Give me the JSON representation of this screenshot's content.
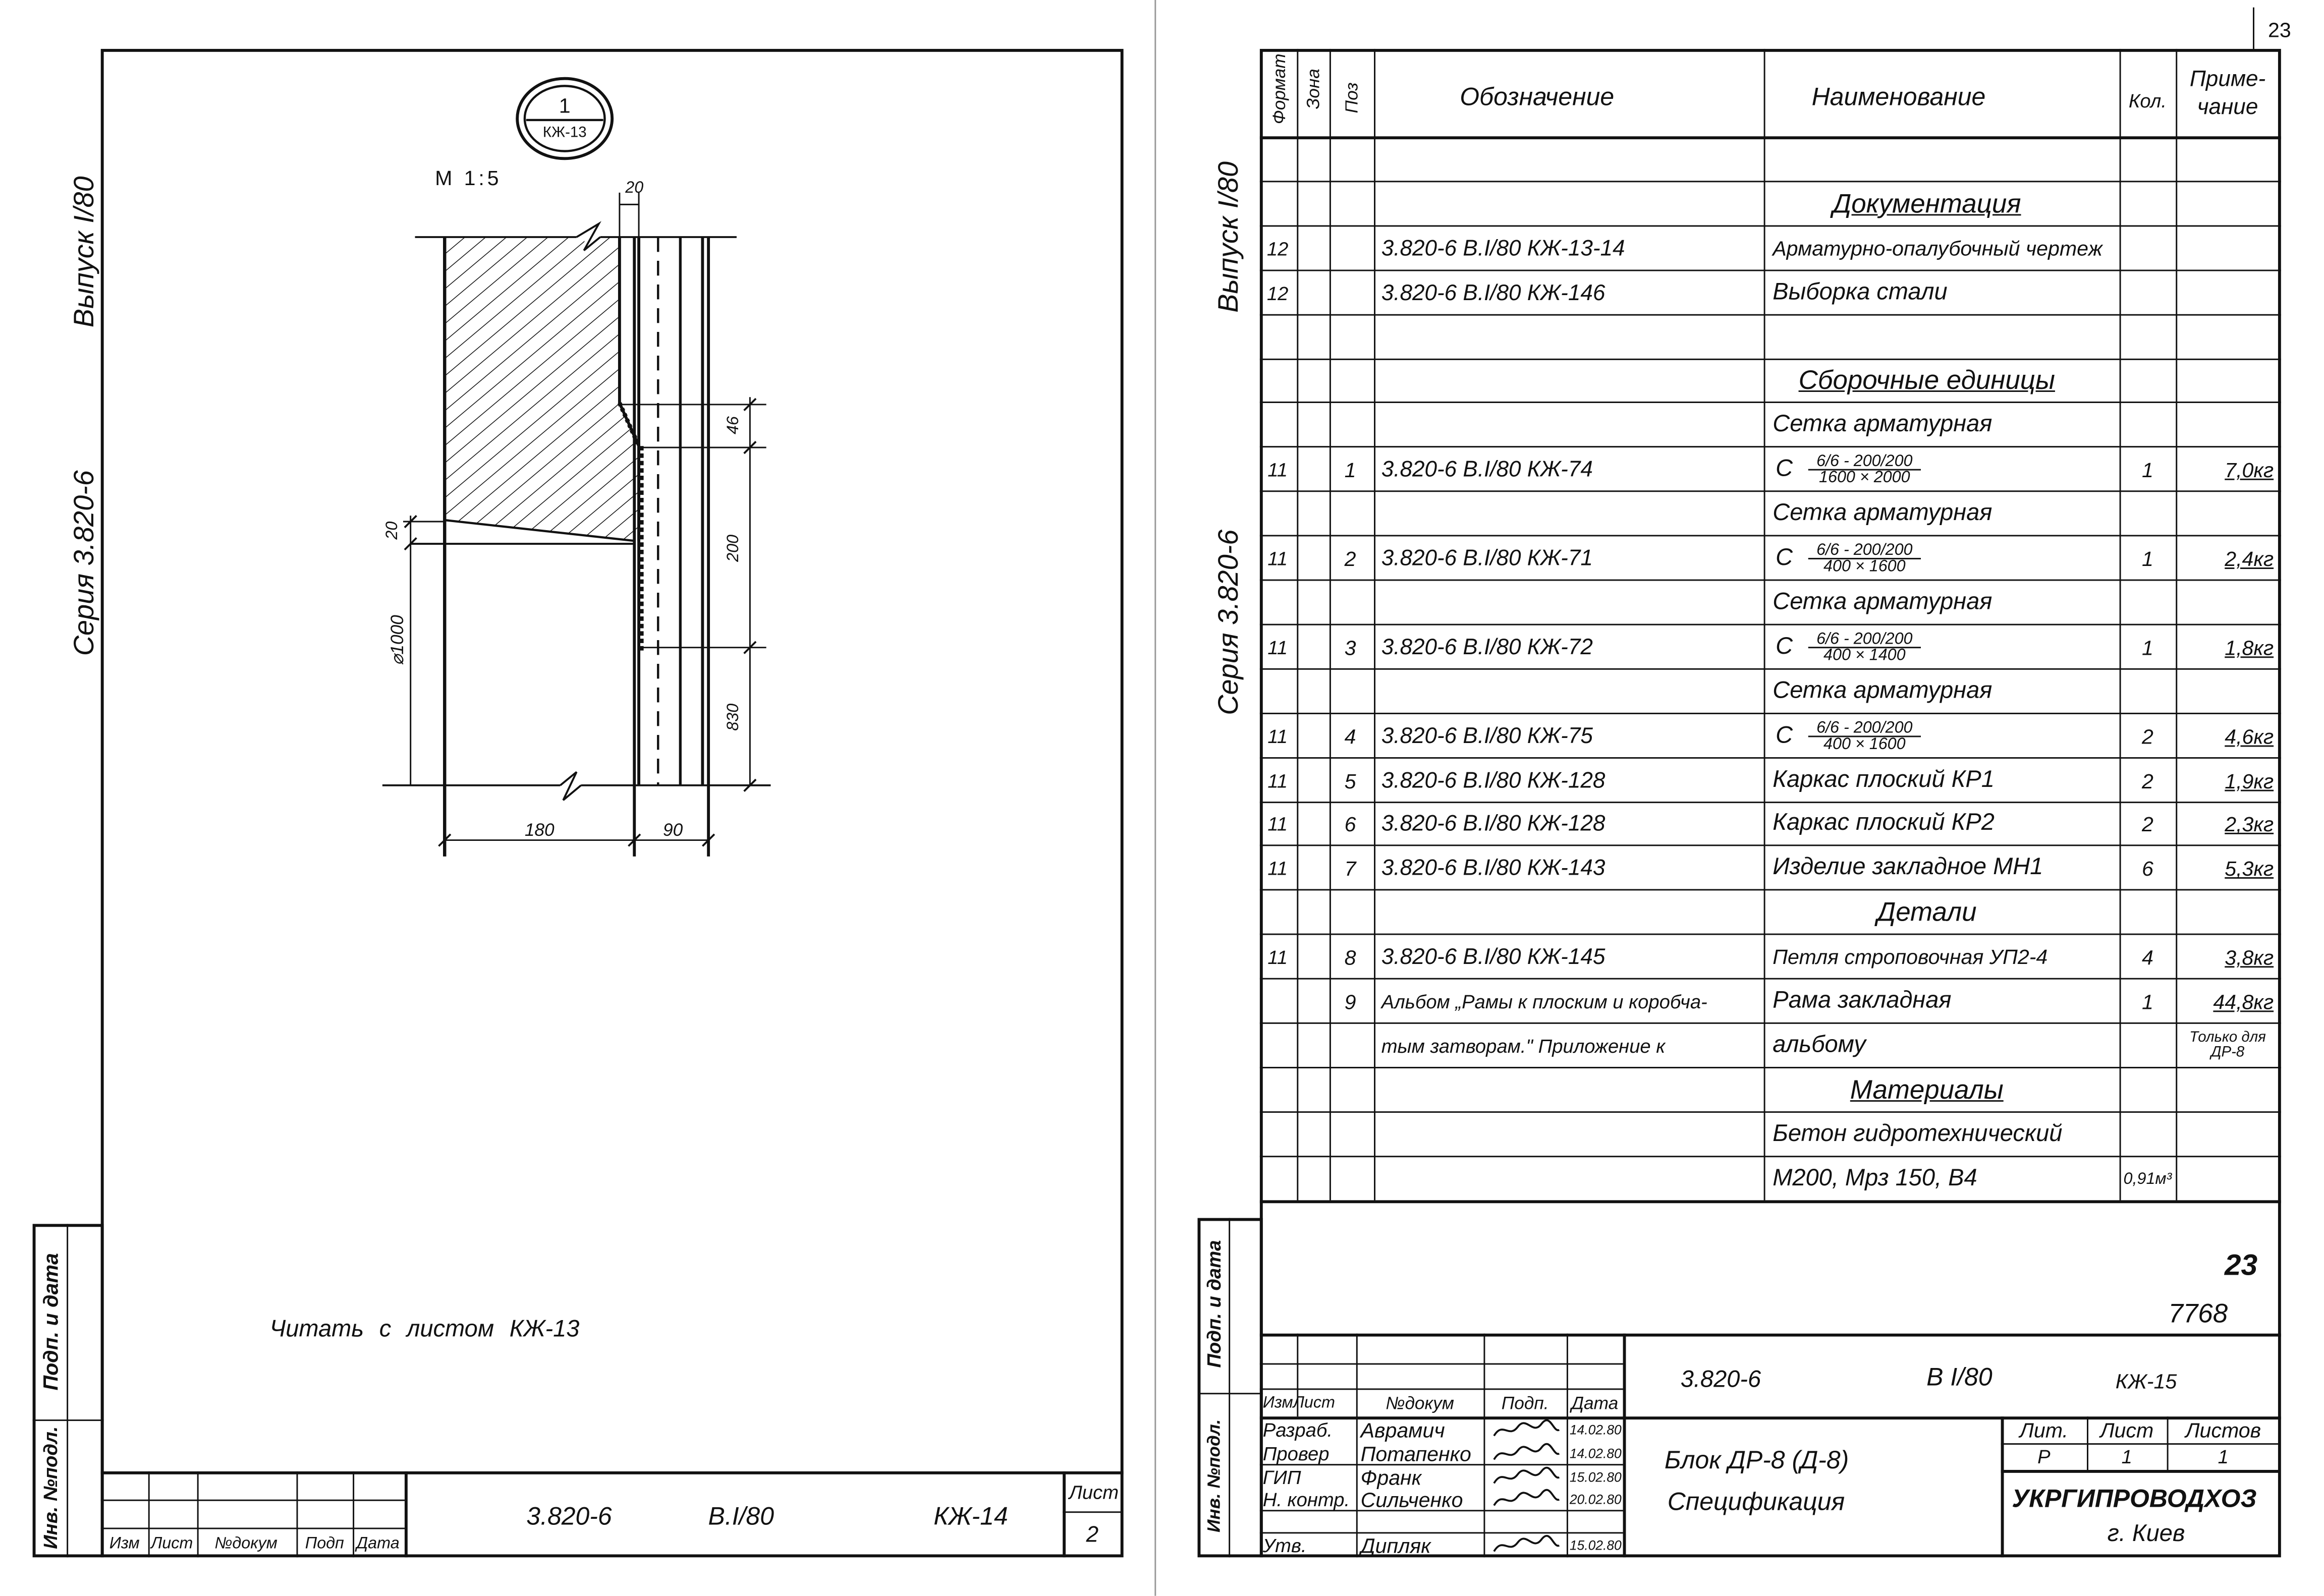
{
  "left_sheet": {
    "side_labels": {
      "issue": "Выпуск I/80",
      "series": "Серия 3.820-6",
      "sign_date": "Подп. и дата",
      "inv_no": "Инв. №подл."
    },
    "section_marker": {
      "number": "1",
      "sheet": "КЖ-13"
    },
    "scale": "М 1:5",
    "dimensions": {
      "top_gap": "20",
      "left_gap": "20",
      "diameter": "⌀1000",
      "d46": "46",
      "d200": "200",
      "d830": "830",
      "d180": "180",
      "d90": "90"
    },
    "note": "Читать с листом КЖ-13",
    "title_block": {
      "headers": [
        "Изм",
        "Лист",
        "№докум",
        "Подп",
        "Дата"
      ],
      "series": "3.820-6",
      "issue": "В.I/80",
      "code": "КЖ-14",
      "sheet_label": "Лист",
      "sheet_number": "2"
    }
  },
  "right_sheet": {
    "page_number": "23",
    "side_labels": {
      "issue": "Выпуск I/80",
      "series": "Серия 3.820-6",
      "sign_date": "Подп. и дата",
      "inv_no": "Инв. №подл."
    },
    "table": {
      "headers": {
        "format": "Формат",
        "zone": "Зона",
        "pos": "Поз",
        "designation": "Обозначение",
        "name": "Наименование",
        "qty": "Кол.",
        "note": "Приме-чание"
      },
      "rows": [
        {},
        {
          "section": "Документация",
          "underline": true
        },
        {
          "format": "12",
          "designation": "3.820-6   В.I/80  КЖ-13-14",
          "name": "Арматурно-опалубочный чертеж"
        },
        {
          "format": "12",
          "designation": "3.820-6   В.I/80  КЖ-146",
          "name": "Выборка стали"
        },
        {},
        {
          "section": "Сборочные единицы",
          "underline": true
        },
        {
          "name": "Сетка арматурная"
        },
        {
          "format": "11",
          "pos": "1",
          "designation": "3.820-6   В.I/80  КЖ-74",
          "name_prefix": "С",
          "num": "6/6 - 200/200",
          "den": "1600 × 2000",
          "qty": "1",
          "note": "7,0кг"
        },
        {
          "name": "Сетка арматурная"
        },
        {
          "format": "11",
          "pos": "2",
          "designation": "3.820-6   В.I/80  КЖ-71",
          "name_prefix": "С",
          "num": "6/6 - 200/200",
          "den": "400 × 1600",
          "qty": "1",
          "note": "2,4кг"
        },
        {
          "name": "Сетка арматурная"
        },
        {
          "format": "11",
          "pos": "3",
          "designation": "3.820-6   В.I/80  КЖ-72",
          "name_prefix": "С",
          "num": "6/6 - 200/200",
          "den": "400 × 1400",
          "qty": "1",
          "note": "1,8кг"
        },
        {
          "name": "Сетка арматурная"
        },
        {
          "format": "11",
          "pos": "4",
          "designation": "3.820-6   В.I/80  КЖ-75",
          "name_prefix": "С",
          "num": "6/6 - 200/200",
          "den": "400 × 1600",
          "qty": "2",
          "note": "4,6кг"
        },
        {
          "format": "11",
          "pos": "5",
          "designation": "3.820-6   В.I/80  КЖ-128",
          "name": "Каркас плоский КР1",
          "qty": "2",
          "note": "1,9кг"
        },
        {
          "format": "11",
          "pos": "6",
          "designation": "3.820-6   В.I/80  КЖ-128",
          "name": "Каркас плоский КР2",
          "qty": "2",
          "note": "2,3кг"
        },
        {
          "format": "11",
          "pos": "7",
          "designation": "3.820-6   В.I/80  КЖ-143",
          "name": "Изделие закладное МН1",
          "qty": "6",
          "note": "5,3кг"
        },
        {
          "section": "Детали",
          "underline": false
        },
        {
          "format": "11",
          "pos": "8",
          "designation": "3.820-6   В.I/80  КЖ-145",
          "name": "Петля строповочная УП2-4",
          "qty": "4",
          "note": "3,8кг"
        },
        {
          "pos": "9",
          "designation": "Альбом „Рамы к плоским и коробча-",
          "name": "Рама закладная",
          "qty": "1",
          "note": "44,8кг"
        },
        {
          "designation": "тым затворам.\" Приложение к",
          "name": "альбому",
          "note": "Только для ДР-8"
        },
        {
          "section": "Материалы",
          "underline": true
        },
        {
          "name": "Бетон гидротехнический"
        },
        {
          "name": "М200, Мрз 150, В4",
          "qty": "0,91м³"
        }
      ]
    },
    "archive_numbers": {
      "sheet": "23",
      "archive": "7768"
    },
    "title_block": {
      "headers": [
        "Изм",
        "Лист",
        "№докум",
        "Подп.",
        "Дата"
      ],
      "series": "3.820-6",
      "issue": "В I/80",
      "code": "КЖ-15",
      "signers": [
        {
          "role": "Разраб.",
          "name": "Аврамич",
          "date": "14.02.80"
        },
        {
          "role": "Провер",
          "name": "Потапенко",
          "date": "14.02.80"
        },
        {
          "role": "ГИП",
          "name": "Франк",
          "date": "15.02.80"
        },
        {
          "role": "Н. контр.",
          "name": "Сильченко",
          "date": "20.02.80"
        },
        {
          "role": "Утв.",
          "name": "Дипляк",
          "date": "15.02.80"
        }
      ],
      "title_line1": "Блок ДР-8 (Д-8)",
      "title_line2": "Спецификация",
      "lit_label": "Лит.",
      "sheet_label": "Лист",
      "sheets_label": "Листов",
      "lit": "Р",
      "sheet": "1",
      "sheets": "1",
      "organization": "УКРГИПРОВОДХОЗ",
      "city": "г. Киев"
    }
  }
}
